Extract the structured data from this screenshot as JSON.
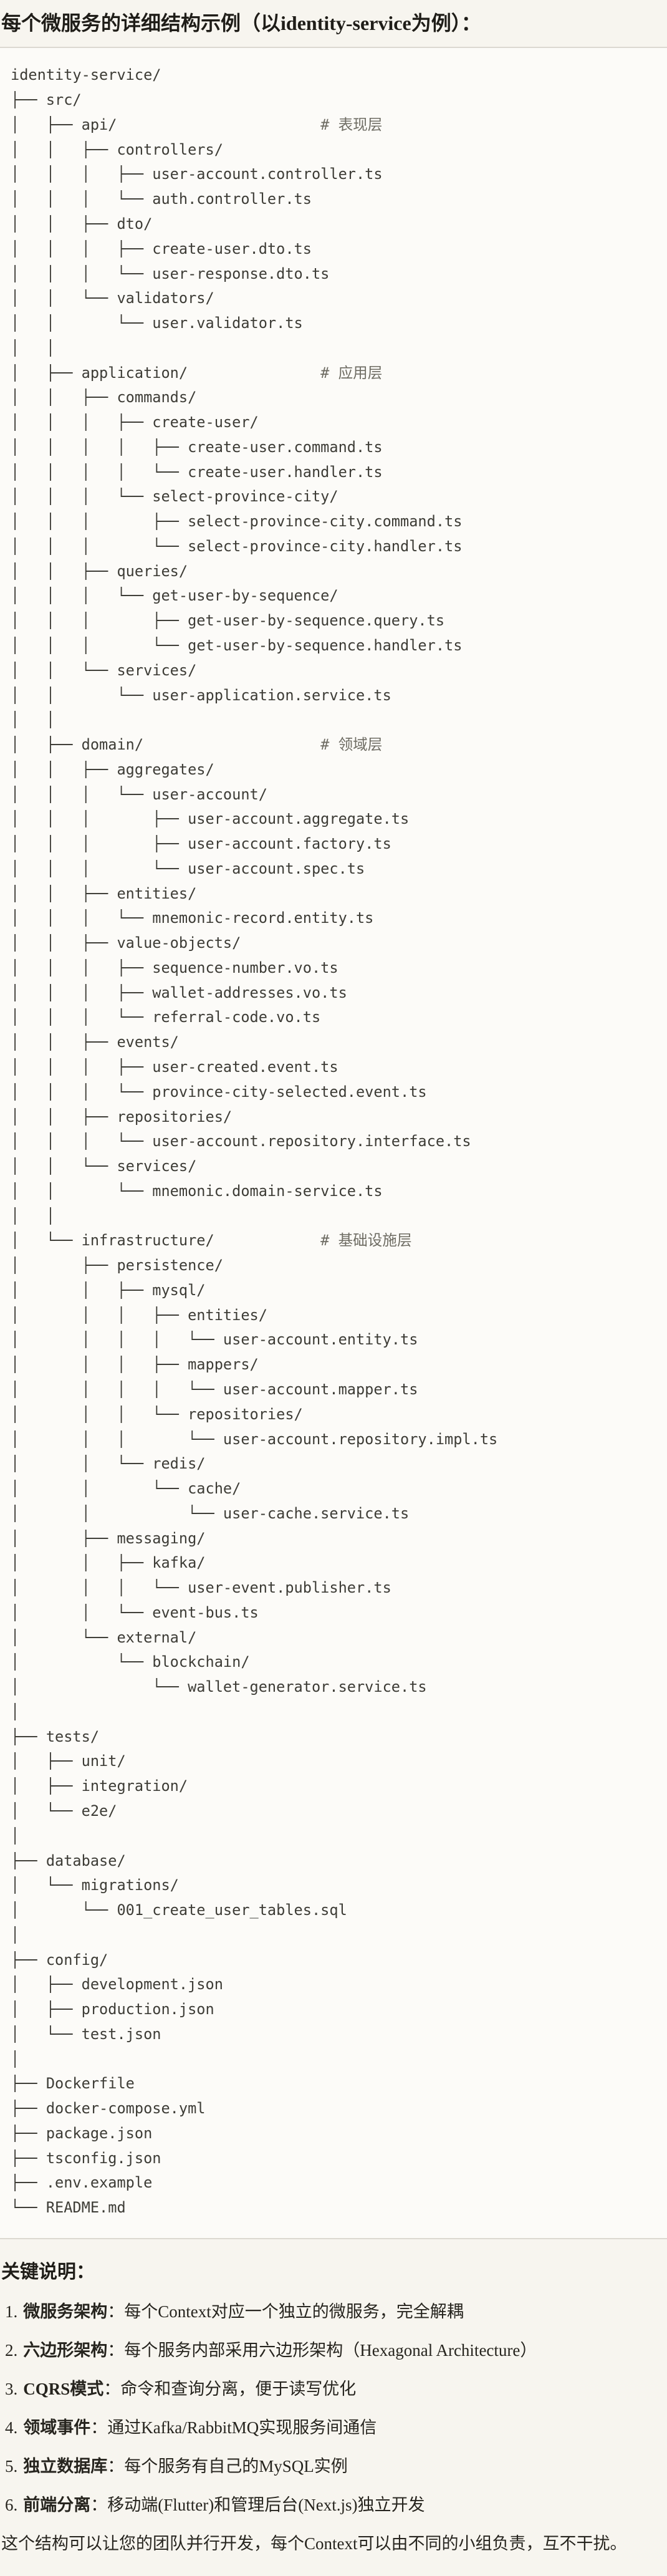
{
  "page": {
    "title": "每个微服务的详细结构示例（以identity-service为例）：",
    "colors": {
      "page_bg": "#f7f5ef",
      "code_bg": "#fcfbf8",
      "code_border": "#dcd9d1",
      "tree_text": "#3d3c36",
      "tree_comment": "#6e6c63",
      "heading_text": "#1f1d18"
    }
  },
  "tree": {
    "comment_column": 35,
    "lines": [
      {
        "text": "identity-service/"
      },
      {
        "text": "├── src/"
      },
      {
        "text": "│   ├── api/",
        "comment": "# 表现层"
      },
      {
        "text": "│   │   ├── controllers/"
      },
      {
        "text": "│   │   │   ├── user-account.controller.ts"
      },
      {
        "text": "│   │   │   └── auth.controller.ts"
      },
      {
        "text": "│   │   ├── dto/"
      },
      {
        "text": "│   │   │   ├── create-user.dto.ts"
      },
      {
        "text": "│   │   │   └── user-response.dto.ts"
      },
      {
        "text": "│   │   └── validators/"
      },
      {
        "text": "│   │       └── user.validator.ts"
      },
      {
        "text": "│   │"
      },
      {
        "text": "│   ├── application/",
        "comment": "# 应用层"
      },
      {
        "text": "│   │   ├── commands/"
      },
      {
        "text": "│   │   │   ├── create-user/"
      },
      {
        "text": "│   │   │   │   ├── create-user.command.ts"
      },
      {
        "text": "│   │   │   │   └── create-user.handler.ts"
      },
      {
        "text": "│   │   │   └── select-province-city/"
      },
      {
        "text": "│   │   │       ├── select-province-city.command.ts"
      },
      {
        "text": "│   │   │       └── select-province-city.handler.ts"
      },
      {
        "text": "│   │   ├── queries/"
      },
      {
        "text": "│   │   │   └── get-user-by-sequence/"
      },
      {
        "text": "│   │   │       ├── get-user-by-sequence.query.ts"
      },
      {
        "text": "│   │   │       └── get-user-by-sequence.handler.ts"
      },
      {
        "text": "│   │   └── services/"
      },
      {
        "text": "│   │       └── user-application.service.ts"
      },
      {
        "text": "│   │"
      },
      {
        "text": "│   ├── domain/",
        "comment": "# 领域层"
      },
      {
        "text": "│   │   ├── aggregates/"
      },
      {
        "text": "│   │   │   └── user-account/"
      },
      {
        "text": "│   │   │       ├── user-account.aggregate.ts"
      },
      {
        "text": "│   │   │       ├── user-account.factory.ts"
      },
      {
        "text": "│   │   │       └── user-account.spec.ts"
      },
      {
        "text": "│   │   ├── entities/"
      },
      {
        "text": "│   │   │   └── mnemonic-record.entity.ts"
      },
      {
        "text": "│   │   ├── value-objects/"
      },
      {
        "text": "│   │   │   ├── sequence-number.vo.ts"
      },
      {
        "text": "│   │   │   ├── wallet-addresses.vo.ts"
      },
      {
        "text": "│   │   │   └── referral-code.vo.ts"
      },
      {
        "text": "│   │   ├── events/"
      },
      {
        "text": "│   │   │   ├── user-created.event.ts"
      },
      {
        "text": "│   │   │   └── province-city-selected.event.ts"
      },
      {
        "text": "│   │   ├── repositories/"
      },
      {
        "text": "│   │   │   └── user-account.repository.interface.ts"
      },
      {
        "text": "│   │   └── services/"
      },
      {
        "text": "│   │       └── mnemonic.domain-service.ts"
      },
      {
        "text": "│   │"
      },
      {
        "text": "│   └── infrastructure/",
        "comment": "# 基础设施层"
      },
      {
        "text": "│       ├── persistence/"
      },
      {
        "text": "│       │   ├── mysql/"
      },
      {
        "text": "│       │   │   ├── entities/"
      },
      {
        "text": "│       │   │   │   └── user-account.entity.ts"
      },
      {
        "text": "│       │   │   ├── mappers/"
      },
      {
        "text": "│       │   │   │   └── user-account.mapper.ts"
      },
      {
        "text": "│       │   │   └── repositories/"
      },
      {
        "text": "│       │   │       └── user-account.repository.impl.ts"
      },
      {
        "text": "│       │   └── redis/"
      },
      {
        "text": "│       │       └── cache/"
      },
      {
        "text": "│       │           └── user-cache.service.ts"
      },
      {
        "text": "│       ├── messaging/"
      },
      {
        "text": "│       │   ├── kafka/"
      },
      {
        "text": "│       │   │   └── user-event.publisher.ts"
      },
      {
        "text": "│       │   └── event-bus.ts"
      },
      {
        "text": "│       └── external/"
      },
      {
        "text": "│           └── blockchain/"
      },
      {
        "text": "│               └── wallet-generator.service.ts"
      },
      {
        "text": "│"
      },
      {
        "text": "├── tests/"
      },
      {
        "text": "│   ├── unit/"
      },
      {
        "text": "│   ├── integration/"
      },
      {
        "text": "│   └── e2e/"
      },
      {
        "text": "│"
      },
      {
        "text": "├── database/"
      },
      {
        "text": "│   └── migrations/"
      },
      {
        "text": "│       └── 001_create_user_tables.sql"
      },
      {
        "text": "│"
      },
      {
        "text": "├── config/"
      },
      {
        "text": "│   ├── development.json"
      },
      {
        "text": "│   ├── production.json"
      },
      {
        "text": "│   └── test.json"
      },
      {
        "text": "│"
      },
      {
        "text": "├── Dockerfile"
      },
      {
        "text": "├── docker-compose.yml"
      },
      {
        "text": "├── package.json"
      },
      {
        "text": "├── tsconfig.json"
      },
      {
        "text": "├── .env.example"
      },
      {
        "text": "└── README.md"
      }
    ]
  },
  "notes": {
    "heading": "关键说明：",
    "items": [
      {
        "num": "1.",
        "term": "微服务架构",
        "colon": "：",
        "desc": "每个Context对应一个独立的微服务，完全解耦"
      },
      {
        "num": "2.",
        "term": "六边形架构",
        "colon": "：",
        "desc": "每个服务内部采用六边形架构（Hexagonal Architecture）"
      },
      {
        "num": "3.",
        "term": "CQRS模式",
        "colon": "：",
        "desc": "命令和查询分离，便于读写优化"
      },
      {
        "num": "4.",
        "term": "领域事件",
        "colon": "：",
        "desc": "通过Kafka/RabbitMQ实现服务间通信"
      },
      {
        "num": "5.",
        "term": "独立数据库",
        "colon": "：",
        "desc": "每个服务有自己的MySQL实例"
      },
      {
        "num": "6.",
        "term": "前端分离",
        "colon": "：",
        "desc": "移动端(Flutter)和管理后台(Next.js)独立开发"
      }
    ],
    "footer": "这个结构可以让您的团队并行开发，每个Context可以由不同的小组负责，互不干扰。"
  }
}
